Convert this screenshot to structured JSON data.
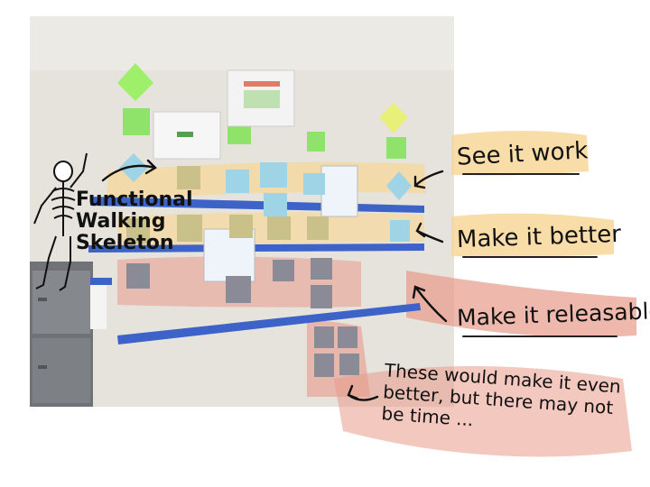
{
  "annotations": {
    "see_it_work": "See it work",
    "make_it_better": "Make it better",
    "make_it_releasable": "Make it releasable",
    "functional_walking_skeleton": "Functional Walking Skeleton",
    "nice_to_have": "These would make it even better, but there may not be time ..."
  },
  "colors": {
    "wall": "#e6e3dc",
    "tape": "#3d63c9",
    "sticky_green": "#8fe36a",
    "sticky_blue": "#9fd3e6",
    "sticky_tan": "#c9c08a",
    "sticky_gray": "#8b8b98",
    "highlight_yellow": "#f7d79a",
    "highlight_red": "#e79a8a",
    "cabinet": "#7a7d80"
  },
  "icons": [
    "skeleton-icon",
    "arrow-icon"
  ]
}
